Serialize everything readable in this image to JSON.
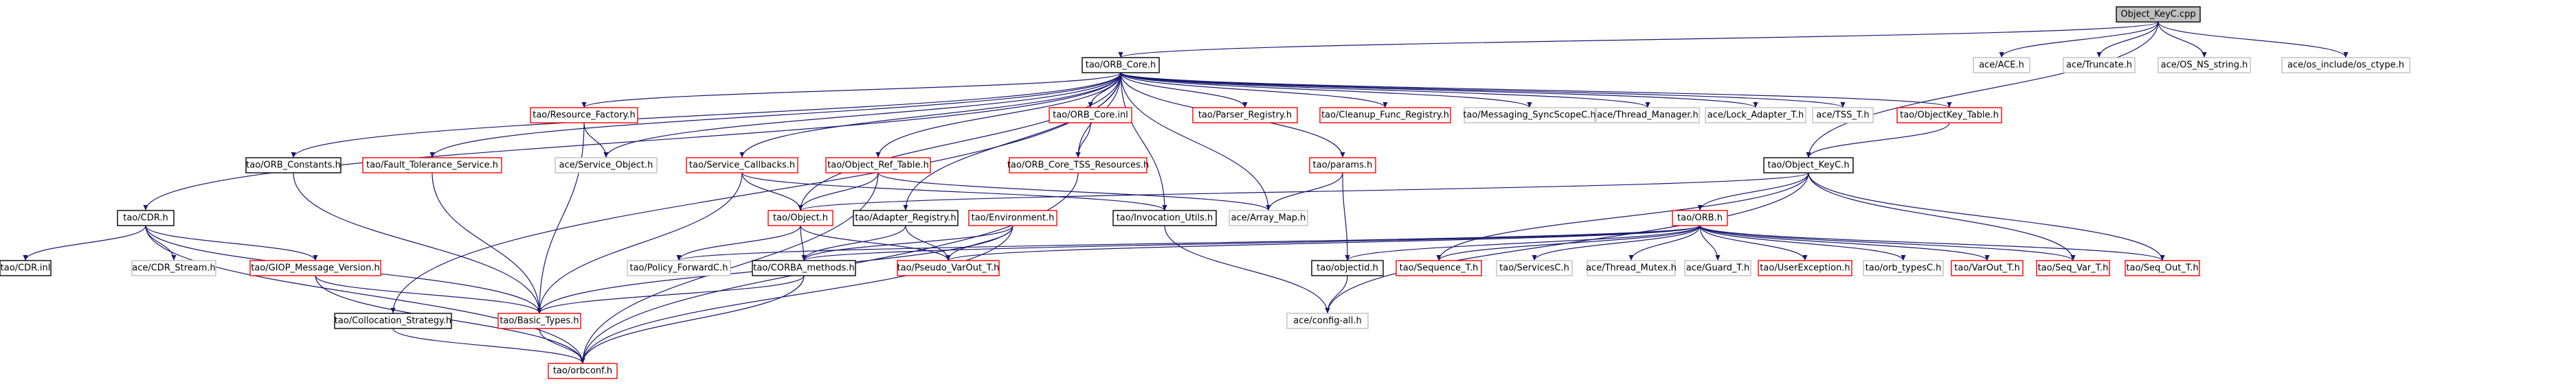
{
  "colors": {
    "root_fill": "#bfbfbf",
    "plain_border": "#000000",
    "red_border": "#ff0000",
    "gray_border": "#bfbfbf",
    "edge": "#191970"
  },
  "nodes": {
    "object_keyc_cpp": {
      "label": "Object_KeyC.cpp",
      "kind": "root"
    },
    "tao_orb_core_h": {
      "label": "tao/ORB_Core.h",
      "kind": "plain"
    },
    "ace_ace_h": {
      "label": "ace/ACE.h",
      "kind": "gray"
    },
    "ace_truncate_h": {
      "label": "ace/Truncate.h",
      "kind": "gray"
    },
    "ace_os_ns_string_h": {
      "label": "ace/OS_NS_string.h",
      "kind": "gray"
    },
    "ace_os_include_os_ctype_h": {
      "label": "ace/os_include/os_ctype.h",
      "kind": "gray"
    },
    "tao_cdr_h": {
      "label": "tao/CDR.h",
      "kind": "plain"
    },
    "tao_orb_constants_h": {
      "label": "tao/ORB_Constants.h",
      "kind": "plain"
    },
    "tao_resource_factory_h": {
      "label": "tao/Resource_Factory.h",
      "kind": "red"
    },
    "tao_fault_tolerance_service_h": {
      "label": "tao/Fault_Tolerance_Service.h",
      "kind": "red"
    },
    "ace_service_object_h": {
      "label": "ace/Service_Object.h",
      "kind": "gray"
    },
    "tao_service_callbacks_h": {
      "label": "tao/Service_Callbacks.h",
      "kind": "red"
    },
    "tao_object_ref_table_h": {
      "label": "tao/Object_Ref_Table.h",
      "kind": "red"
    },
    "tao_orb_core_inl": {
      "label": "tao/ORB_Core.inl",
      "kind": "red"
    },
    "tao_orb_core_tss_resources_h": {
      "label": "tao/ORB_Core_TSS_Resources.h",
      "kind": "red"
    },
    "tao_parser_registry_h": {
      "label": "tao/Parser_Registry.h",
      "kind": "red"
    },
    "tao_cleanup_func_registry_h": {
      "label": "tao/Cleanup_Func_Registry.h",
      "kind": "red"
    },
    "tao_messaging_syncscopec_h": {
      "label": "tao/Messaging_SyncScopeC.h",
      "kind": "gray"
    },
    "ace_thread_manager_h": {
      "label": "ace/Thread_Manager.h",
      "kind": "gray"
    },
    "ace_lock_adapter_t_h": {
      "label": "ace/Lock_Adapter_T.h",
      "kind": "gray"
    },
    "ace_tss_t_h": {
      "label": "ace/TSS_T.h",
      "kind": "gray"
    },
    "tao_objectkey_table_h": {
      "label": "tao/ObjectKey_Table.h",
      "kind": "red"
    },
    "tao_params_h": {
      "label": "tao/params.h",
      "kind": "red"
    },
    "tao_object_keyc_h": {
      "label": "tao/Object_KeyC.h",
      "kind": "plain"
    },
    "tao_object_h": {
      "label": "tao/Object.h",
      "kind": "red"
    },
    "tao_adapter_registry_h": {
      "label": "tao/Adapter_Registry.h",
      "kind": "plain"
    },
    "tao_invocation_utils_h": {
      "label": "tao/Invocation_Utils.h",
      "kind": "plain"
    },
    "ace_array_map_h": {
      "label": "ace/Array_Map.h",
      "kind": "gray"
    },
    "tao_environment_h": {
      "label": "tao/Environment.h",
      "kind": "red"
    },
    "tao_orb_h": {
      "label": "tao/ORB.h",
      "kind": "red"
    },
    "tao_cdr_inl": {
      "label": "tao/CDR.inl",
      "kind": "plain"
    },
    "ace_cdr_stream_h": {
      "label": "ace/CDR_Stream.h",
      "kind": "gray"
    },
    "tao_giop_message_version_h": {
      "label": "tao/GIOP_Message_Version.h",
      "kind": "red"
    },
    "tao_policy_forwardc_h": {
      "label": "tao/Policy_ForwardC.h",
      "kind": "gray"
    },
    "tao_corba_methods_h": {
      "label": "tao/CORBA_methods.h",
      "kind": "plain"
    },
    "tao_pseudo_varout_t_h": {
      "label": "tao/Pseudo_VarOut_T.h",
      "kind": "red"
    },
    "tao_objectid_h": {
      "label": "tao/objectid.h",
      "kind": "plain"
    },
    "tao_sequence_t_h": {
      "label": "tao/Sequence_T.h",
      "kind": "red"
    },
    "tao_servicesc_h": {
      "label": "tao/ServicesC.h",
      "kind": "gray"
    },
    "ace_thread_mutex_h": {
      "label": "ace/Thread_Mutex.h",
      "kind": "gray"
    },
    "ace_guard_t_h": {
      "label": "ace/Guard_T.h",
      "kind": "gray"
    },
    "tao_userexception_h": {
      "label": "tao/UserException.h",
      "kind": "red"
    },
    "tao_orb_typesc_h": {
      "label": "tao/orb_typesC.h",
      "kind": "gray"
    },
    "tao_varout_t_h": {
      "label": "tao/VarOut_T.h",
      "kind": "red"
    },
    "tao_seq_var_t_h": {
      "label": "tao/Seq_Var_T.h",
      "kind": "red"
    },
    "tao_seq_out_t_h": {
      "label": "tao/Seq_Out_T.h",
      "kind": "red"
    },
    "tao_collocation_strategy_h": {
      "label": "tao/Collocation_Strategy.h",
      "kind": "plain"
    },
    "tao_basic_types_h": {
      "label": "tao/Basic_Types.h",
      "kind": "red"
    },
    "ace_config_all_h": {
      "label": "ace/config-all.h",
      "kind": "gray"
    },
    "tao_orbconf_h": {
      "label": "tao/orbconf.h",
      "kind": "red"
    }
  },
  "edges": [
    [
      "object_keyc_cpp",
      "tao_orb_core_h"
    ],
    [
      "object_keyc_cpp",
      "ace_ace_h"
    ],
    [
      "object_keyc_cpp",
      "ace_truncate_h"
    ],
    [
      "object_keyc_cpp",
      "ace_os_ns_string_h"
    ],
    [
      "object_keyc_cpp",
      "ace_os_include_os_ctype_h"
    ],
    [
      "object_keyc_cpp",
      "tao_object_keyc_h"
    ],
    [
      "tao_orb_core_h",
      "tao_cdr_h"
    ],
    [
      "tao_orb_core_h",
      "tao_orb_constants_h"
    ],
    [
      "tao_orb_core_h",
      "tao_resource_factory_h"
    ],
    [
      "tao_orb_core_h",
      "tao_fault_tolerance_service_h"
    ],
    [
      "tao_orb_core_h",
      "ace_service_object_h"
    ],
    [
      "tao_orb_core_h",
      "tao_service_callbacks_h"
    ],
    [
      "tao_orb_core_h",
      "tao_object_ref_table_h"
    ],
    [
      "tao_orb_core_h",
      "tao_orb_core_inl"
    ],
    [
      "tao_orb_core_h",
      "tao_orb_core_tss_resources_h"
    ],
    [
      "tao_orb_core_h",
      "tao_parser_registry_h"
    ],
    [
      "tao_orb_core_h",
      "tao_cleanup_func_registry_h"
    ],
    [
      "tao_orb_core_h",
      "tao_messaging_syncscopec_h"
    ],
    [
      "tao_orb_core_h",
      "ace_thread_manager_h"
    ],
    [
      "tao_orb_core_h",
      "ace_lock_adapter_t_h"
    ],
    [
      "tao_orb_core_h",
      "ace_tss_t_h"
    ],
    [
      "tao_orb_core_h",
      "tao_objectkey_table_h"
    ],
    [
      "tao_orb_core_h",
      "tao_params_h"
    ],
    [
      "tao_orb_core_h",
      "tao_object_h"
    ],
    [
      "tao_orb_core_h",
      "tao_adapter_registry_h"
    ],
    [
      "tao_orb_core_h",
      "tao_invocation_utils_h"
    ],
    [
      "tao_orb_core_h",
      "ace_array_map_h"
    ],
    [
      "tao_orb_core_h",
      "tao_collocation_strategy_h"
    ],
    [
      "tao_cdr_h",
      "tao_cdr_inl"
    ],
    [
      "tao_cdr_h",
      "ace_cdr_stream_h"
    ],
    [
      "tao_cdr_h",
      "tao_giop_message_version_h"
    ],
    [
      "tao_cdr_h",
      "tao_basic_types_h"
    ],
    [
      "tao_cdr_h",
      "tao_orbconf_h"
    ],
    [
      "tao_orb_constants_h",
      "tao_basic_types_h"
    ],
    [
      "tao_resource_factory_h",
      "ace_service_object_h"
    ],
    [
      "tao_resource_factory_h",
      "tao_basic_types_h"
    ],
    [
      "tao_fault_tolerance_service_h",
      "tao_basic_types_h"
    ],
    [
      "tao_service_callbacks_h",
      "tao_object_h"
    ],
    [
      "tao_service_callbacks_h",
      "tao_basic_types_h"
    ],
    [
      "tao_service_callbacks_h",
      "tao_invocation_utils_h"
    ],
    [
      "tao_object_ref_table_h",
      "tao_object_h"
    ],
    [
      "tao_object_ref_table_h",
      "ace_array_map_h"
    ],
    [
      "tao_object_ref_table_h",
      "tao_orbconf_h"
    ],
    [
      "tao_orb_core_inl",
      "tao_orb_core_tss_resources_h"
    ],
    [
      "tao_orb_core_tss_resources_h",
      "tao_orbconf_h"
    ],
    [
      "tao_objectkey_table_h",
      "tao_object_keyc_h"
    ],
    [
      "tao_params_h",
      "ace_array_map_h"
    ],
    [
      "tao_params_h",
      "tao_objectid_h"
    ],
    [
      "tao_object_keyc_h",
      "tao_object_h"
    ],
    [
      "tao_object_keyc_h",
      "tao_orb_h"
    ],
    [
      "tao_object_keyc_h",
      "tao_sequence_t_h"
    ],
    [
      "tao_object_keyc_h",
      "tao_seq_var_t_h"
    ],
    [
      "tao_object_keyc_h",
      "tao_seq_out_t_h"
    ],
    [
      "tao_object_keyc_h",
      "ace_config_all_h"
    ],
    [
      "tao_object_h",
      "tao_policy_forwardc_h"
    ],
    [
      "tao_object_h",
      "tao_corba_methods_h"
    ],
    [
      "tao_object_h",
      "tao_pseudo_varout_t_h"
    ],
    [
      "tao_adapter_registry_h",
      "tao_corba_methods_h"
    ],
    [
      "tao_adapter_registry_h",
      "tao_pseudo_varout_t_h"
    ],
    [
      "tao_invocation_utils_h",
      "ace_config_all_h"
    ],
    [
      "tao_environment_h",
      "tao_corba_methods_h"
    ],
    [
      "tao_environment_h",
      "tao_pseudo_varout_t_h"
    ],
    [
      "tao_environment_h",
      "tao_basic_types_h"
    ],
    [
      "tao_environment_h",
      "tao_orbconf_h"
    ],
    [
      "tao_orb_h",
      "tao_policy_forwardc_h"
    ],
    [
      "tao_orb_h",
      "tao_corba_methods_h"
    ],
    [
      "tao_orb_h",
      "tao_objectid_h"
    ],
    [
      "tao_orb_h",
      "tao_sequence_t_h"
    ],
    [
      "tao_orb_h",
      "tao_servicesc_h"
    ],
    [
      "tao_orb_h",
      "ace_thread_mutex_h"
    ],
    [
      "tao_orb_h",
      "ace_guard_t_h"
    ],
    [
      "tao_orb_h",
      "tao_userexception_h"
    ],
    [
      "tao_orb_h",
      "tao_orb_typesc_h"
    ],
    [
      "tao_orb_h",
      "tao_varout_t_h"
    ],
    [
      "tao_orb_h",
      "tao_seq_var_t_h"
    ],
    [
      "tao_orb_h",
      "tao_seq_out_t_h"
    ],
    [
      "tao_orb_h",
      "tao_pseudo_varout_t_h"
    ],
    [
      "tao_giop_message_version_h",
      "tao_basic_types_h"
    ],
    [
      "tao_giop_message_version_h",
      "tao_orbconf_h"
    ],
    [
      "tao_corba_methods_h",
      "tao_basic_types_h"
    ],
    [
      "tao_corba_methods_h",
      "tao_orbconf_h"
    ],
    [
      "tao_objectid_h",
      "ace_config_all_h"
    ],
    [
      "tao_collocation_strategy_h",
      "tao_orbconf_h"
    ],
    [
      "tao_basic_types_h",
      "tao_orbconf_h"
    ]
  ]
}
